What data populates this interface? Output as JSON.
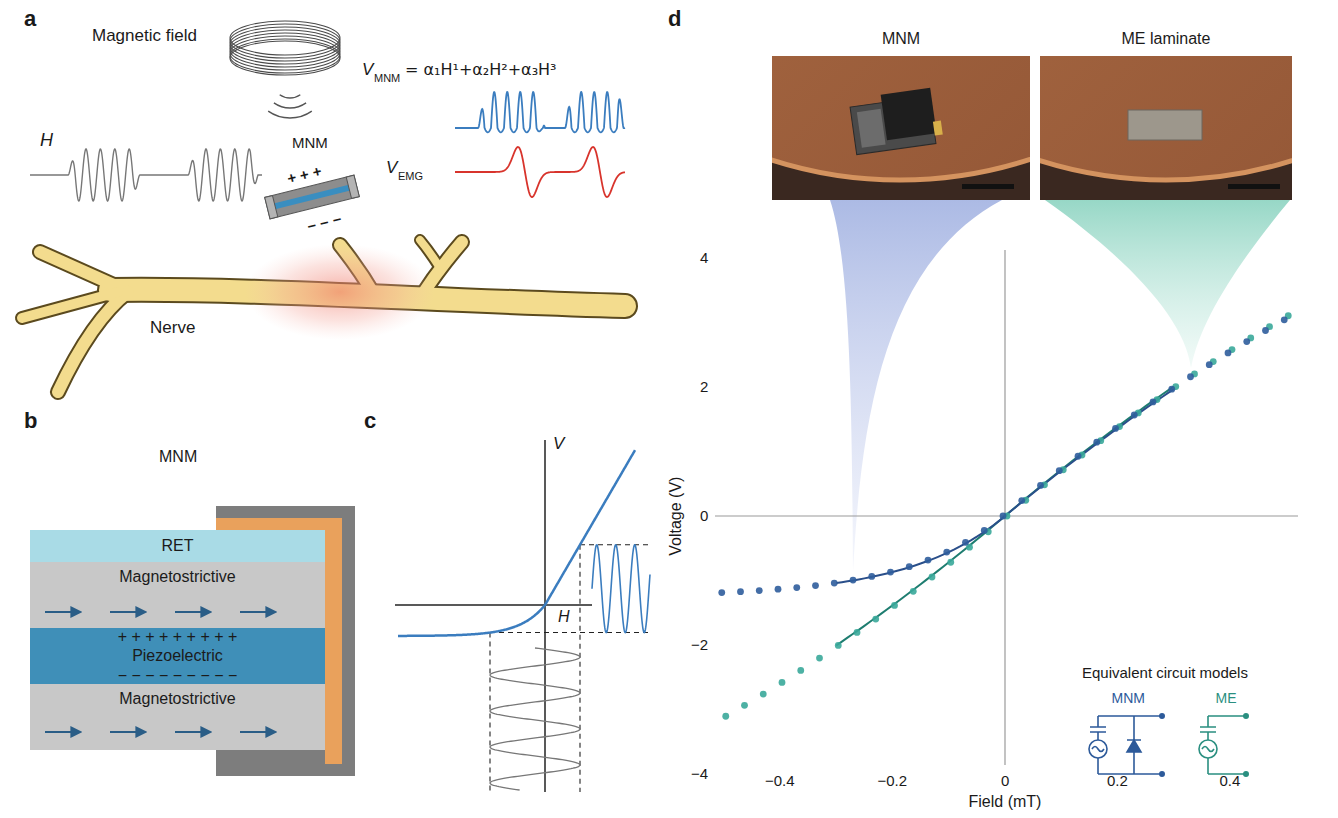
{
  "diagram": {
    "nodes": [
      {
        "text": [
          "RET"
        ]
      },
      {
        "text": [
          "Magnetostrictive"
        ]
      },
      {
        "text": [
          "+ + + + + + + + +",
          "Piezoelectric",
          "− − − − − − − − −"
        ]
      },
      {
        "text": [
          "Magnetostrictive"
        ]
      },
      {
        "text": [
          "MNM"
        ]
      },
      {
        "text": [
          "ME laminate"
        ]
      }
    ],
    "labels": [
      "a",
      "Magnetic field",
      "V",
      "MNM",
      "= α₁H¹+α₂H²+α₃H³",
      "H",
      "MNM",
      "+ + +",
      "− − −",
      "V",
      "EMG",
      "Nerve",
      "b",
      "MNM",
      "c",
      "V",
      "H",
      "d",
      "4",
      "2",
      "0",
      "−2",
      "−4",
      "Voltage (V)",
      "−0.4",
      "−0.2",
      "0",
      "0.2",
      "0.4",
      "Field (mT)",
      "Equivalent circuit models",
      "MNM",
      "ME"
    ]
  }
}
